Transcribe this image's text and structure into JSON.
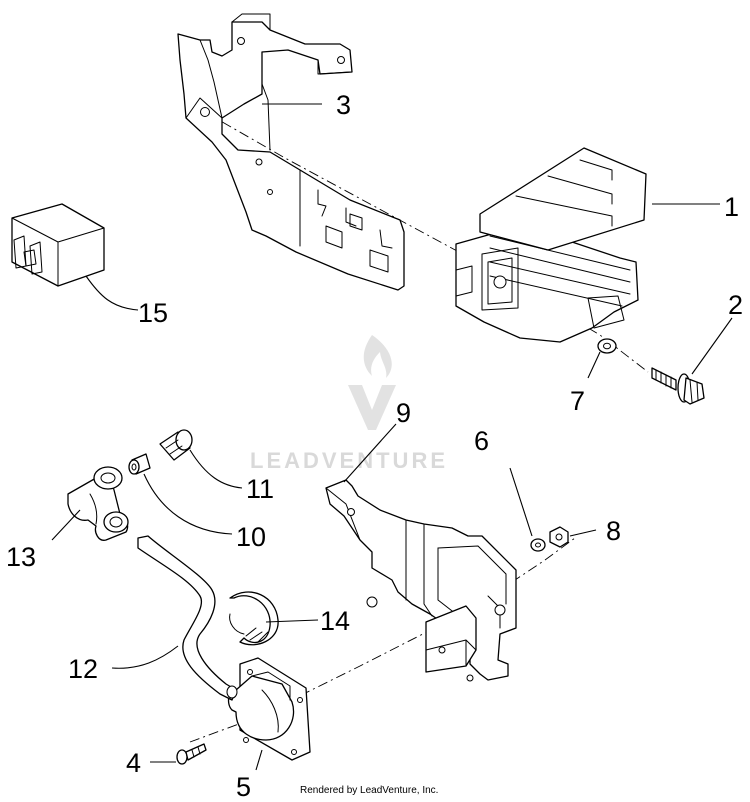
{
  "callouts": {
    "c1": "1",
    "c2": "2",
    "c3": "3",
    "c4": "4",
    "c5": "5",
    "c6": "6",
    "c7": "7",
    "c8": "8",
    "c9": "9",
    "c10": "10",
    "c11": "11",
    "c12": "12",
    "c13": "13",
    "c14": "14",
    "c15": "15"
  },
  "watermark": {
    "text": "LEADVENTURE"
  },
  "credit": "Rendered by LeadVenture, Inc."
}
